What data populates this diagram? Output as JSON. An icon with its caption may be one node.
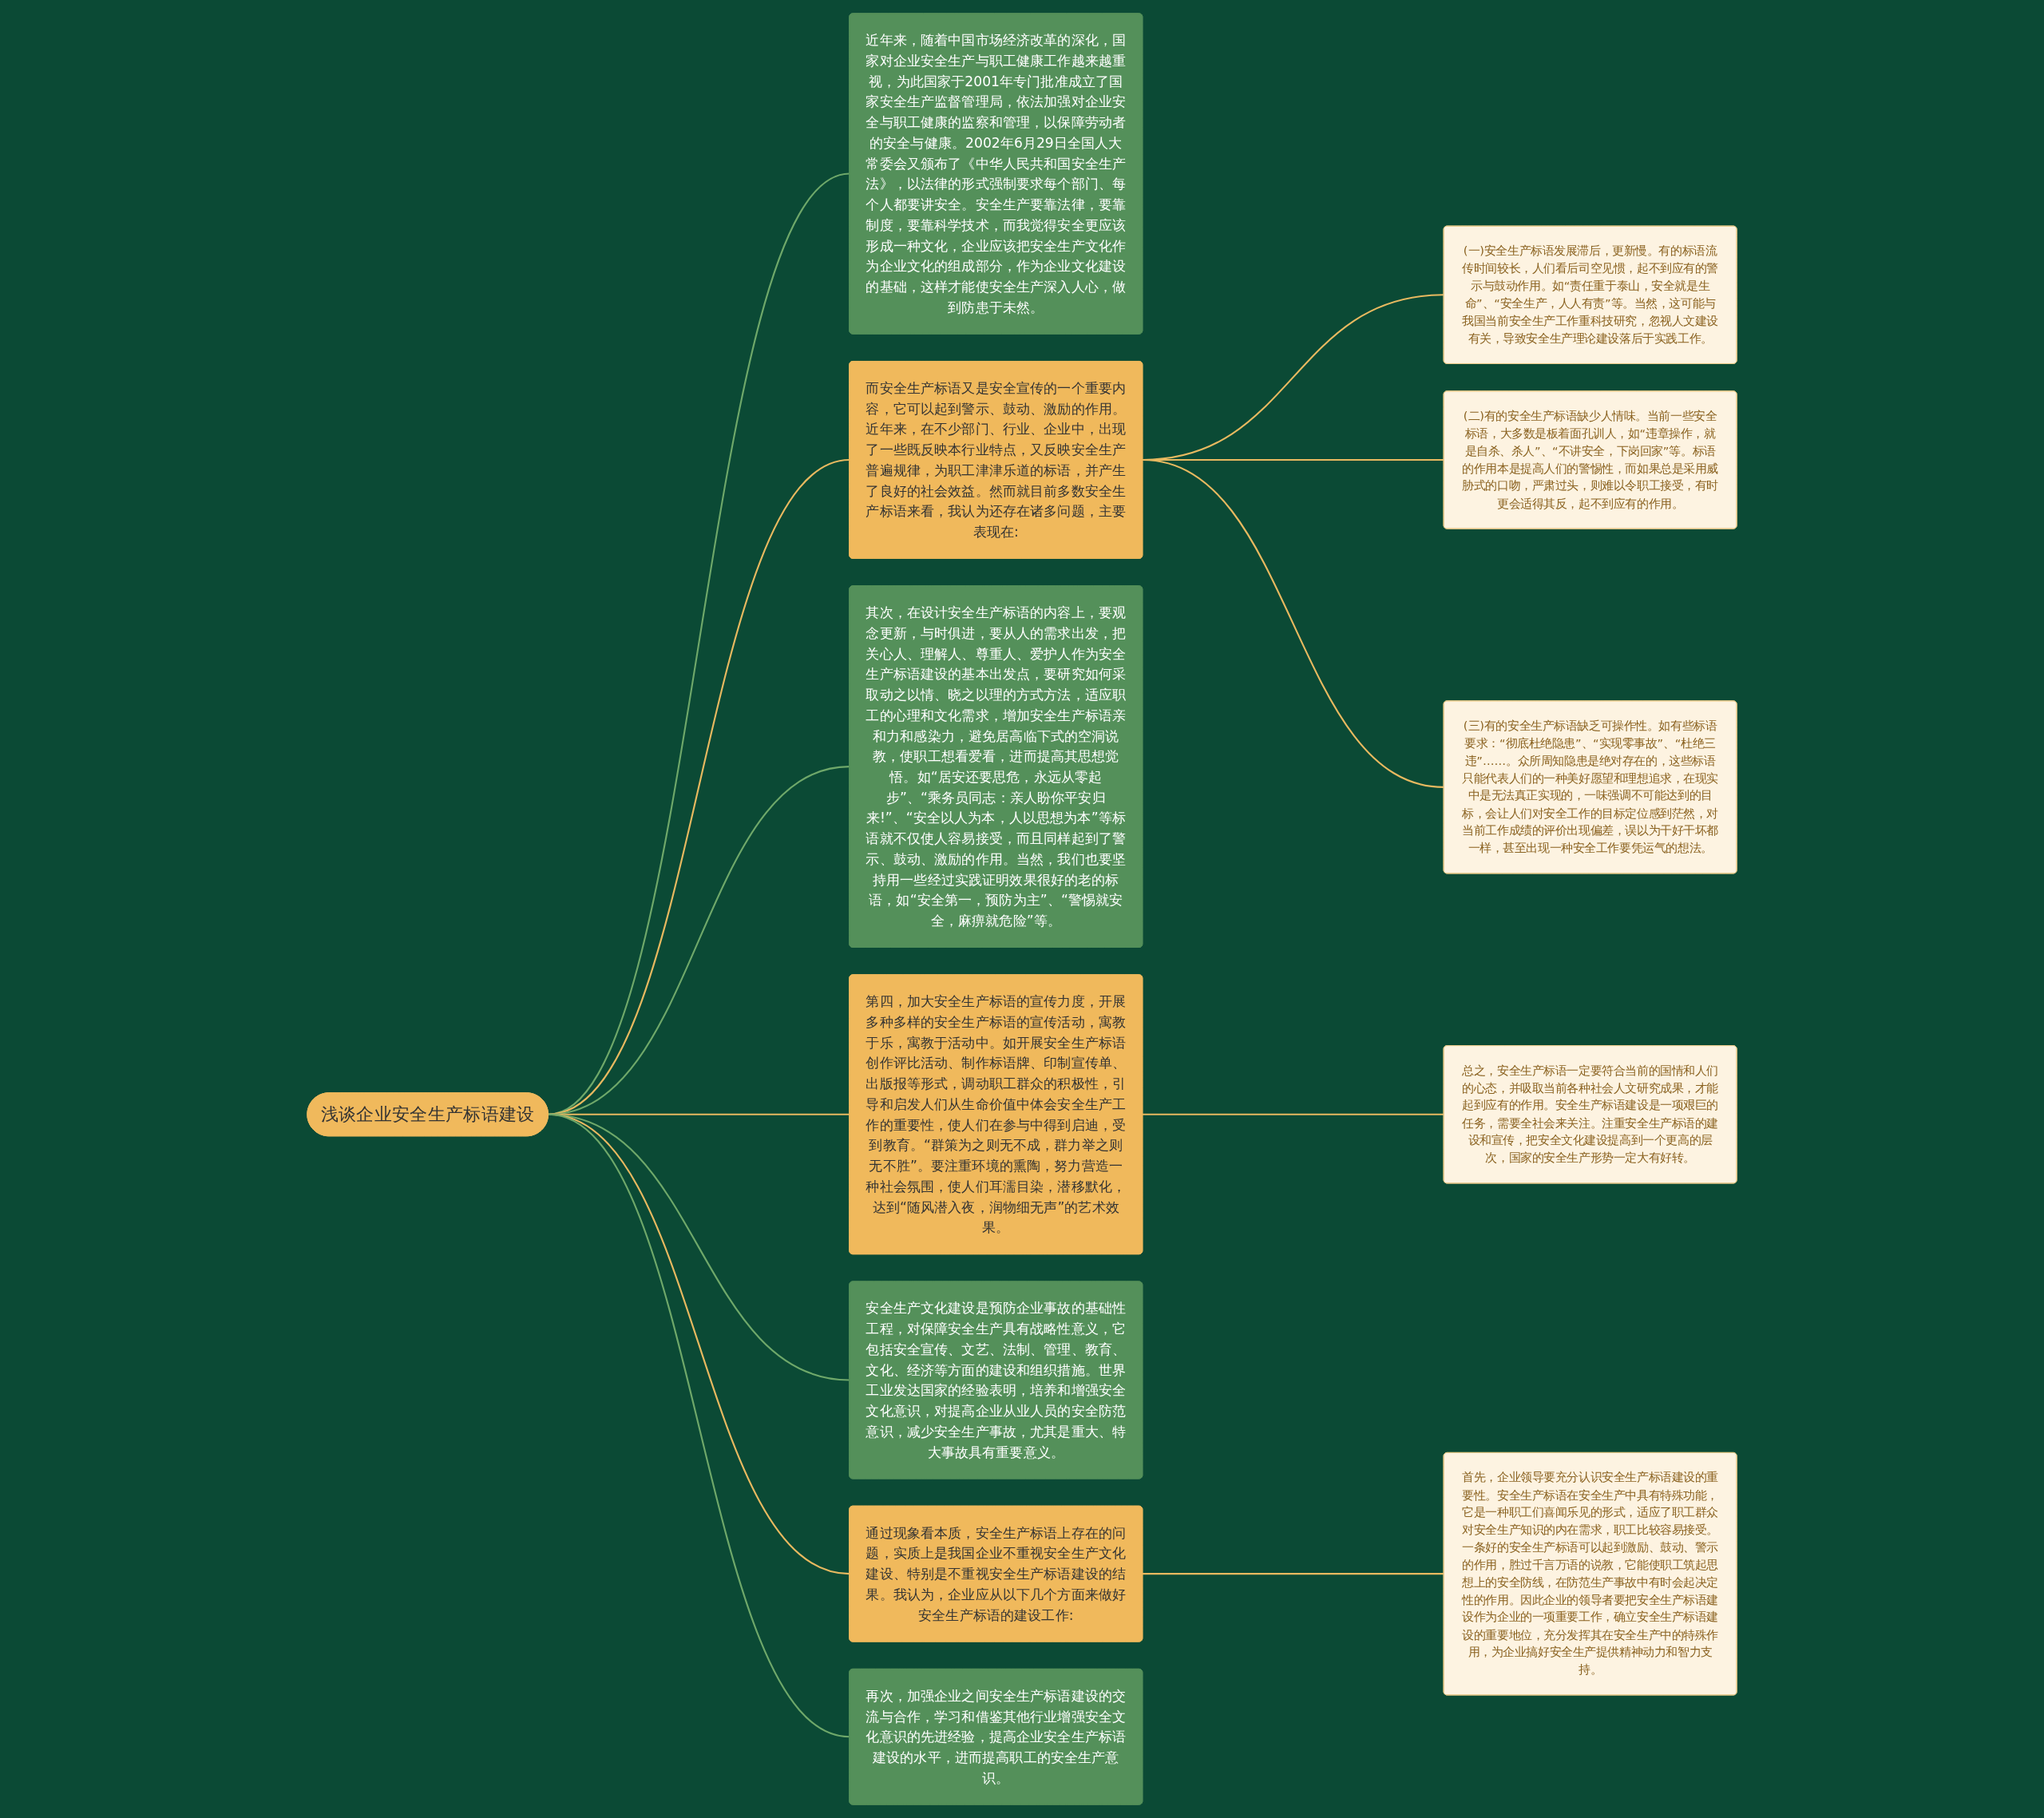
{
  "diagram": {
    "nodes": [
      {
        "text": [
          "浅谈企业安全生产标语建设"
        ]
      },
      {
        "text": [
          "近年来，随着中国市场经济改革的深化，国家对企业安全生产与职工健康工作越来越重视，为此国家于2001年专门批准成立了国家安全生产监督管理局，依法加强对企业安全与职工健康的监察和管理，以保障劳动者的安全与健康。2002年6月29日全国人大常委会又颁布了《中华人民共和国安全生产法》，以法律的形式强制要求每个部门、每个人都要讲安全。安全生产要靠法律，要靠制度，要靠科学技术，而我觉得安全更应该形成一种文化，企业应该把安全生产文化作为企业文化的组成部分，作为企业文化建设的基础，这样才能使安全生产深入人心，做到防患于未然。"
        ]
      },
      {
        "text": [
          "而安全生产标语又是安全宣传的一个重要内容，它可以起到警示、鼓动、激励的作用。近年来，在不少部门、行业、企业中，出现了一些既反映本行业特点，又反映安全生产普遍规律，为职工津津乐道的标语，并产生了良好的社会效益。然而就目前多数安全生产标语来看，我认为还存在诸多问题，主要表现在:"
        ]
      },
      {
        "text": [
          "(一)安全生产标语发展滞后，更新慢。有的标语流传时间较长，人们看后司空见惯，起不到应有的警示与鼓动作用。如“责任重于泰山，安全就是生命”、“安全生产，人人有责”等。当然，这可能与我国当前安全生产工作重科技研究，忽视人文建设有关，导致安全生产理论建设落后于实践工作。"
        ]
      },
      {
        "text": [
          "(二)有的安全生产标语缺少人情味。当前一些安全标语，大多数是板着面孔训人，如“违章操作，就是自杀、杀人”、“不讲安全，下岗回家”等。标语的作用本是提高人们的警惕性，而如果总是采用威胁式的口吻，严肃过头，则难以令职工接受，有时更会适得其反，起不到应有的作用。"
        ]
      },
      {
        "text": [
          "(三)有的安全生产标语缺乏可操作性。如有些标语要求：“彻底杜绝隐患”、“实现零事故”、“杜绝三违”……。众所周知隐患是绝对存在的，这些标语只能代表人们的一种美好愿望和理想追求，在现实中是无法真正实现的，一味强调不可能达到的目标，会让人们对安全工作的目标定位感到茫然，对当前工作成绩的评价出现偏差，误以为干好干坏都一样，甚至出现一种安全工作要凭运气的想法。"
        ]
      },
      {
        "text": [
          "其次，在设计安全生产标语的内容上，要观念更新，与时俱进，要从人的需求出发，把关心人、理解人、尊重人、爱护人作为安全生产标语建设的基本出发点，要研究如何采取动之以情、晓之以理的方式方法，适应职工的心理和文化需求，增加安全生产标语亲和力和感染力，避免居高临下式的空洞说教，使职工想看爱看，进而提高其思想觉悟。如“居安还要思危，永远从零起步”、“乘务员同志：亲人盼你平安归来!”、“安全以人为本，人以思想为本”等标语就不仅使人容易接受，而且同样起到了警示、鼓动、激励的作用。当然，我们也要坚持用一些经过实践证明效果很好的老的标语，如“安全第一，预防为主”、“警惕就安全，麻痹就危险”等。"
        ]
      },
      {
        "text": [
          "第四，加大安全生产标语的宣传力度，开展多种多样的安全生产标语的宣传活动，寓教于乐，寓教于活动中。如开展安全生产标语创作评比活动、制作标语牌、印制宣传单、出版报等形式，调动职工群众的积极性，引导和启发人们从生命价值中体会安全生产工作的重要性，使人们在参与中得到启迪，受到教育。“群策为之则无不成，群力举之则无不胜”。要注重环境的熏陶，努力营造一种社会氛围，使人们耳濡目染，潜移默化，达到“随风潜入夜，润物细无声”的艺术效果。"
        ]
      },
      {
        "text": [
          "总之，安全生产标语一定要符合当前的国情和人们的心态，并吸取当前各种社会人文研究成果，才能起到应有的作用。安全生产标语建设是一项艰巨的任务，需要全社会来关注。注重安全生产标语的建设和宣传，把安全文化建设提高到一个更高的层次，国家的安全生产形势一定大有好转。"
        ]
      },
      {
        "text": [
          "安全生产文化建设是预防企业事故的基础性工程，对保障安全生产具有战略性意义，它包括安全宣传、文艺、法制、管理、教育、文化、经济等方面的建设和组织措施。世界工业发达国家的经验表明，培养和增强安全文化意识，对提高企业从业人员的安全防范意识，减少安全生产事故，尤其是重大、特大事故具有重要意义。"
        ]
      },
      {
        "text": [
          "通过现象看本质，安全生产标语上存在的问题，实质上是我国企业不重视安全生产文化建设、特别是不重视安全生产标语建设的结果。我认为，企业应从以下几个方面来做好安全生产标语的建设工作:"
        ]
      },
      {
        "text": [
          "首先，企业领导要充分认识安全生产标语建设的重要性。安全生产标语在安全生产中具有特殊功能，它是一种职工们喜闻乐见的形式，适应了职工群众对安全生产知识的内在需求，职工比较容易接受。一条好的安全生产标语可以起到激励、鼓动、警示的作用，胜过千言万语的说教，它能使职工筑起思想上的安全防线，在防范生产事故中有时会起决定性的作用。因此企业的领导者要把安全生产标语建设作为企业的一项重要工作，确立安全生产标语建设的重要地位，充分发挥其在安全生产中的特殊作用，为企业搞好安全生产提供精神动力和智力支持。"
        ]
      },
      {
        "text": [
          "再次，加强企业之间安全生产标语建设的交流与合作，学习和借鉴其他行业增强安全文化意识的先进经验，提高企业安全生产标语建设的水平，进而提高职工的安全生产意识。"
        ]
      }
    ],
    "edges": [
      {
        "from": 0,
        "to": 1,
        "arrow": "none",
        "color": "#6fa86a"
      },
      {
        "from": 0,
        "to": 2,
        "arrow": "none"
      },
      {
        "from": 2,
        "to": 3,
        "arrow": "none"
      },
      {
        "from": 2,
        "to": 4,
        "arrow": "none"
      },
      {
        "from": 2,
        "to": 5,
        "arrow": "none"
      },
      {
        "from": 0,
        "to": 6,
        "arrow": "none",
        "color": "#6fa86a"
      },
      {
        "from": 0,
        "to": 7,
        "arrow": "none"
      },
      {
        "from": 7,
        "to": 8,
        "arrow": "none"
      },
      {
        "from": 0,
        "to": 9,
        "arrow": "none",
        "color": "#6fa86a"
      },
      {
        "from": 0,
        "to": 10,
        "arrow": "none"
      },
      {
        "from": 10,
        "to": 11,
        "arrow": "none"
      },
      {
        "from": 0,
        "to": 12,
        "arrow": "none",
        "color": "#6fa86a"
      }
    ]
  }
}
